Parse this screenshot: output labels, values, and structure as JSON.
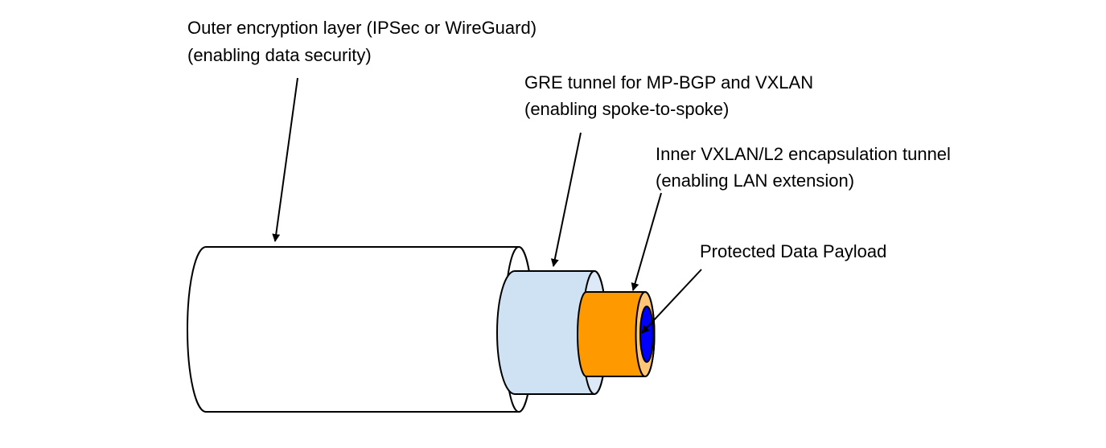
{
  "labels": {
    "outer": {
      "line1": "Outer encryption layer (IPSec or WireGuard)",
      "line2": "(enabling data security)"
    },
    "gre": {
      "line1": "GRE tunnel for MP-BGP and VXLAN",
      "line2": "(enabling spoke-to-spoke)"
    },
    "inner": {
      "line1": "Inner VXLAN/L2 encapsulation tunnel",
      "line2": "(enabling LAN extension)"
    },
    "payload": {
      "line1": "Protected Data Payload"
    }
  },
  "colors": {
    "outer_layer": "#ffffff",
    "gre_layer": "#cfe2f3",
    "gre_face": "#dde9f6",
    "inner_layer": "#ff9900",
    "inner_face": "#ffc775",
    "payload": "#0000ff",
    "stroke": "#000000"
  }
}
